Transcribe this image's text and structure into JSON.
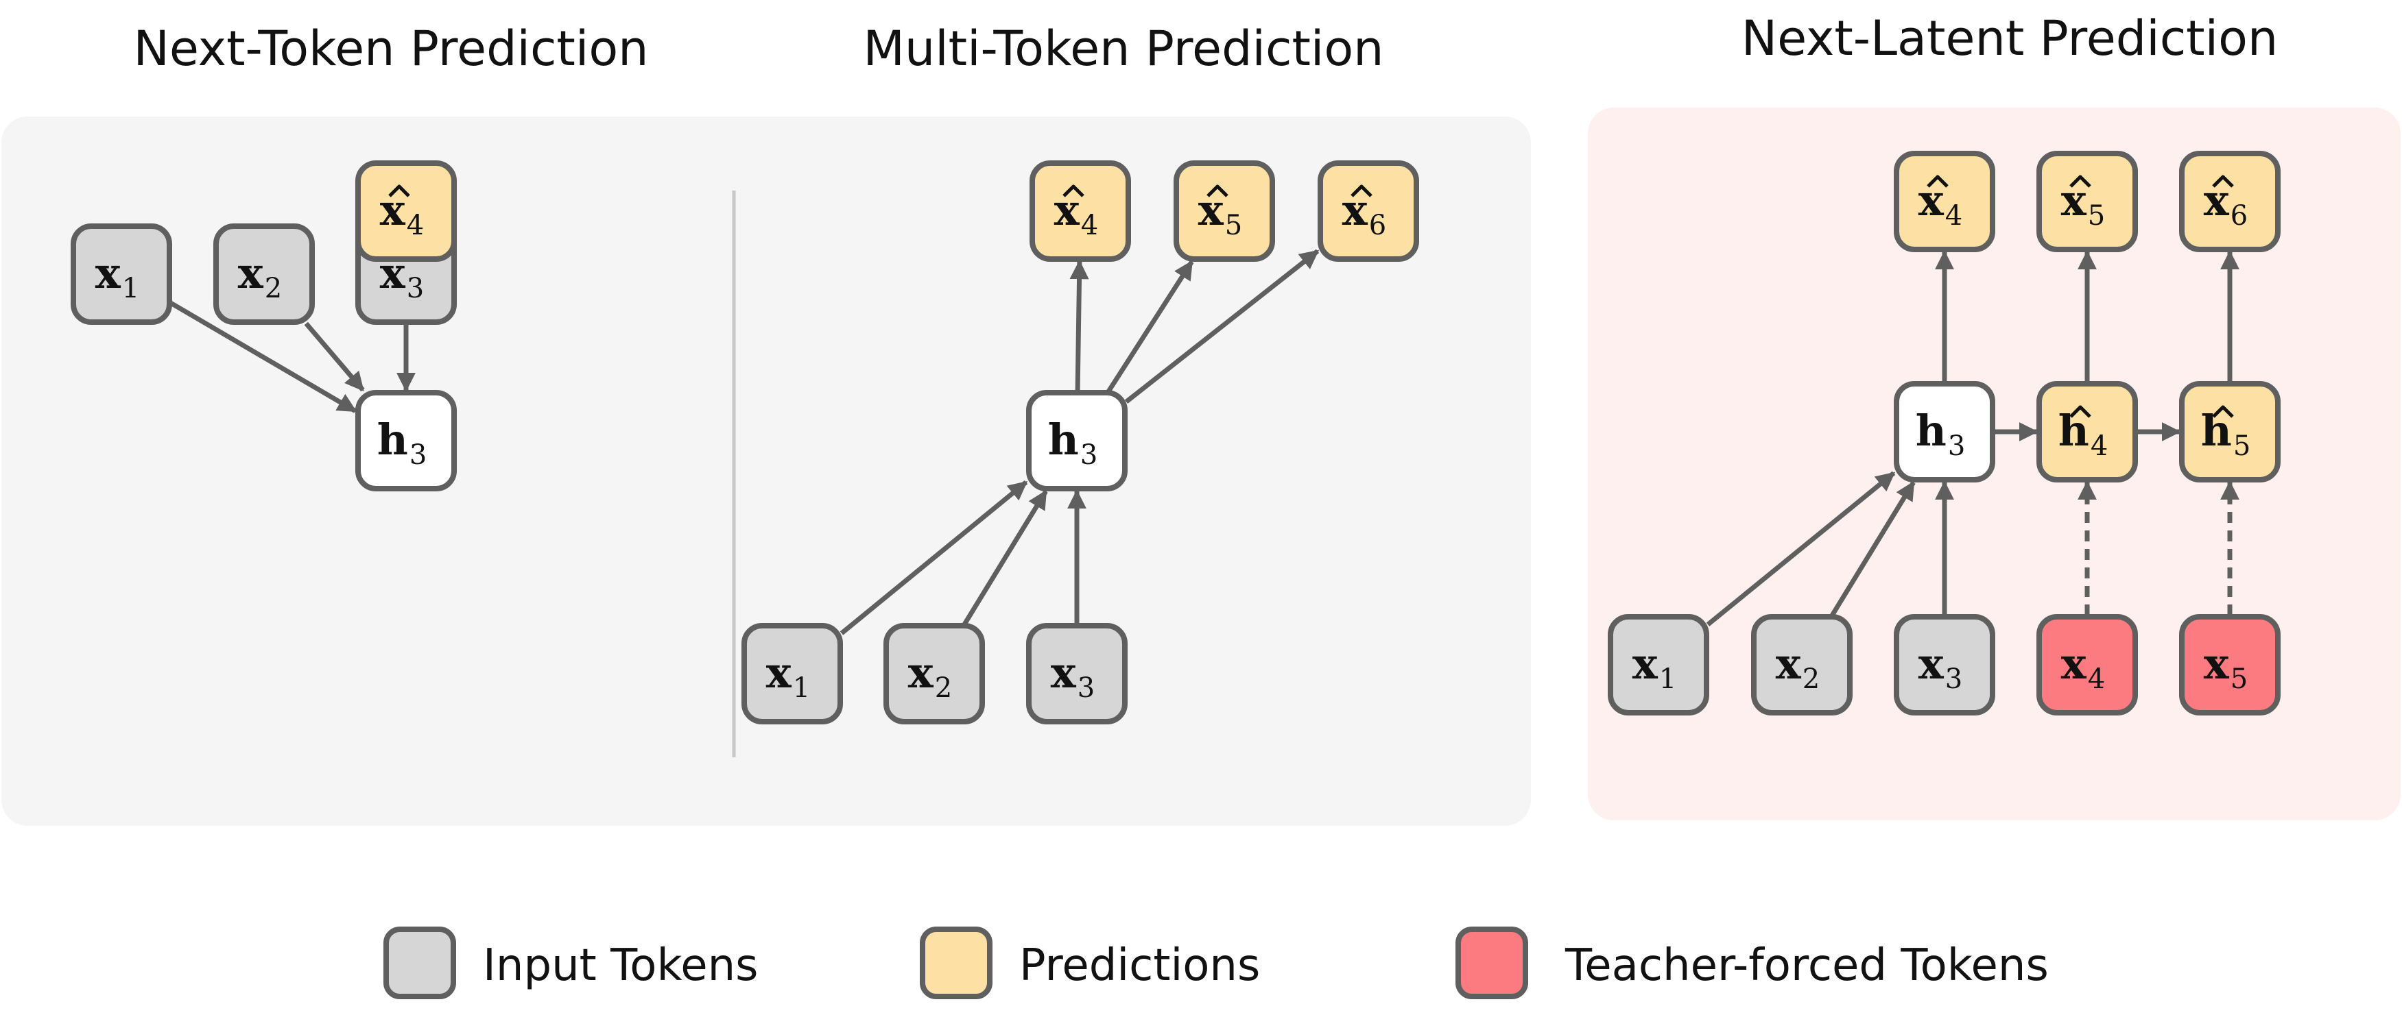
{
  "colors": {
    "input": "#d6d6d6",
    "prediction": "#fde0a3",
    "teacher_forced": "#fb7b80",
    "hidden": "#ffffff",
    "stroke": "#5f5f5f",
    "panel_gray": "#f5f5f5",
    "panel_pink": "#fdf0ee",
    "divider": "#c8c8c8"
  },
  "panels": [
    {
      "title": "Next-Token Prediction",
      "nodes": [
        {
          "id": "ntp-x1",
          "label": "x",
          "sub": "1",
          "hat": false,
          "kind": "input"
        },
        {
          "id": "ntp-x2",
          "label": "x",
          "sub": "2",
          "hat": false,
          "kind": "input"
        },
        {
          "id": "ntp-x3",
          "label": "x",
          "sub": "3",
          "hat": false,
          "kind": "input"
        },
        {
          "id": "ntp-h3",
          "label": "h",
          "sub": "3",
          "hat": false,
          "kind": "hidden"
        },
        {
          "id": "ntp-p4",
          "label": "x",
          "sub": "4",
          "hat": true,
          "kind": "prediction"
        }
      ]
    },
    {
      "title": "Multi-Token Prediction",
      "nodes": [
        {
          "id": "mtp-x1",
          "label": "x",
          "sub": "1",
          "hat": false,
          "kind": "input"
        },
        {
          "id": "mtp-x2",
          "label": "x",
          "sub": "2",
          "hat": false,
          "kind": "input"
        },
        {
          "id": "mtp-x3",
          "label": "x",
          "sub": "3",
          "hat": false,
          "kind": "input"
        },
        {
          "id": "mtp-h3",
          "label": "h",
          "sub": "3",
          "hat": false,
          "kind": "hidden"
        },
        {
          "id": "mtp-p4",
          "label": "x",
          "sub": "4",
          "hat": true,
          "kind": "prediction"
        },
        {
          "id": "mtp-p5",
          "label": "x",
          "sub": "5",
          "hat": true,
          "kind": "prediction"
        },
        {
          "id": "mtp-p6",
          "label": "x",
          "sub": "6",
          "hat": true,
          "kind": "prediction"
        }
      ]
    },
    {
      "title": "Next-Latent Prediction",
      "nodes": [
        {
          "id": "nlp-x1",
          "label": "x",
          "sub": "1",
          "hat": false,
          "kind": "input"
        },
        {
          "id": "nlp-x2",
          "label": "x",
          "sub": "2",
          "hat": false,
          "kind": "input"
        },
        {
          "id": "nlp-x3",
          "label": "x",
          "sub": "3",
          "hat": false,
          "kind": "input"
        },
        {
          "id": "nlp-x4",
          "label": "x",
          "sub": "4",
          "hat": false,
          "kind": "teacher_forced"
        },
        {
          "id": "nlp-x5",
          "label": "x",
          "sub": "5",
          "hat": false,
          "kind": "teacher_forced"
        },
        {
          "id": "nlp-h3",
          "label": "h",
          "sub": "3",
          "hat": false,
          "kind": "hidden"
        },
        {
          "id": "nlp-h4",
          "label": "h",
          "sub": "4",
          "hat": true,
          "kind": "prediction"
        },
        {
          "id": "nlp-h5",
          "label": "h",
          "sub": "5",
          "hat": true,
          "kind": "prediction"
        },
        {
          "id": "nlp-p4",
          "label": "x",
          "sub": "4",
          "hat": true,
          "kind": "prediction"
        },
        {
          "id": "nlp-p5",
          "label": "x",
          "sub": "5",
          "hat": true,
          "kind": "prediction"
        },
        {
          "id": "nlp-p6",
          "label": "x",
          "sub": "6",
          "hat": true,
          "kind": "prediction"
        }
      ]
    }
  ],
  "edges": [
    {
      "from": "ntp-x1",
      "to": "ntp-h3",
      "style": "solid"
    },
    {
      "from": "ntp-x2",
      "to": "ntp-h3",
      "style": "solid"
    },
    {
      "from": "ntp-x3",
      "to": "ntp-h3",
      "style": "solid"
    },
    {
      "from": "ntp-h3",
      "to": "ntp-p4",
      "style": "solid"
    },
    {
      "from": "mtp-x1",
      "to": "mtp-h3",
      "style": "solid"
    },
    {
      "from": "mtp-x2",
      "to": "mtp-h3",
      "style": "solid"
    },
    {
      "from": "mtp-x3",
      "to": "mtp-h3",
      "style": "solid"
    },
    {
      "from": "mtp-h3",
      "to": "mtp-p4",
      "style": "solid"
    },
    {
      "from": "mtp-h3",
      "to": "mtp-p5",
      "style": "solid"
    },
    {
      "from": "mtp-h3",
      "to": "mtp-p6",
      "style": "solid"
    },
    {
      "from": "nlp-x1",
      "to": "nlp-h3",
      "style": "solid"
    },
    {
      "from": "nlp-x2",
      "to": "nlp-h3",
      "style": "solid"
    },
    {
      "from": "nlp-x3",
      "to": "nlp-h3",
      "style": "solid"
    },
    {
      "from": "nlp-h3",
      "to": "nlp-p4",
      "style": "solid"
    },
    {
      "from": "nlp-h3",
      "to": "nlp-h4",
      "style": "solid"
    },
    {
      "from": "nlp-h4",
      "to": "nlp-h5",
      "style": "solid"
    },
    {
      "from": "nlp-h4",
      "to": "nlp-p5",
      "style": "solid"
    },
    {
      "from": "nlp-h5",
      "to": "nlp-p6",
      "style": "solid"
    },
    {
      "from": "nlp-x4",
      "to": "nlp-h4",
      "style": "dashed"
    },
    {
      "from": "nlp-x5",
      "to": "nlp-h5",
      "style": "dashed"
    }
  ],
  "legend": [
    {
      "kind": "input",
      "label": "Input Tokens"
    },
    {
      "kind": "prediction",
      "label": "Predictions"
    },
    {
      "kind": "teacher_forced",
      "label": "Teacher-forced Tokens"
    }
  ]
}
